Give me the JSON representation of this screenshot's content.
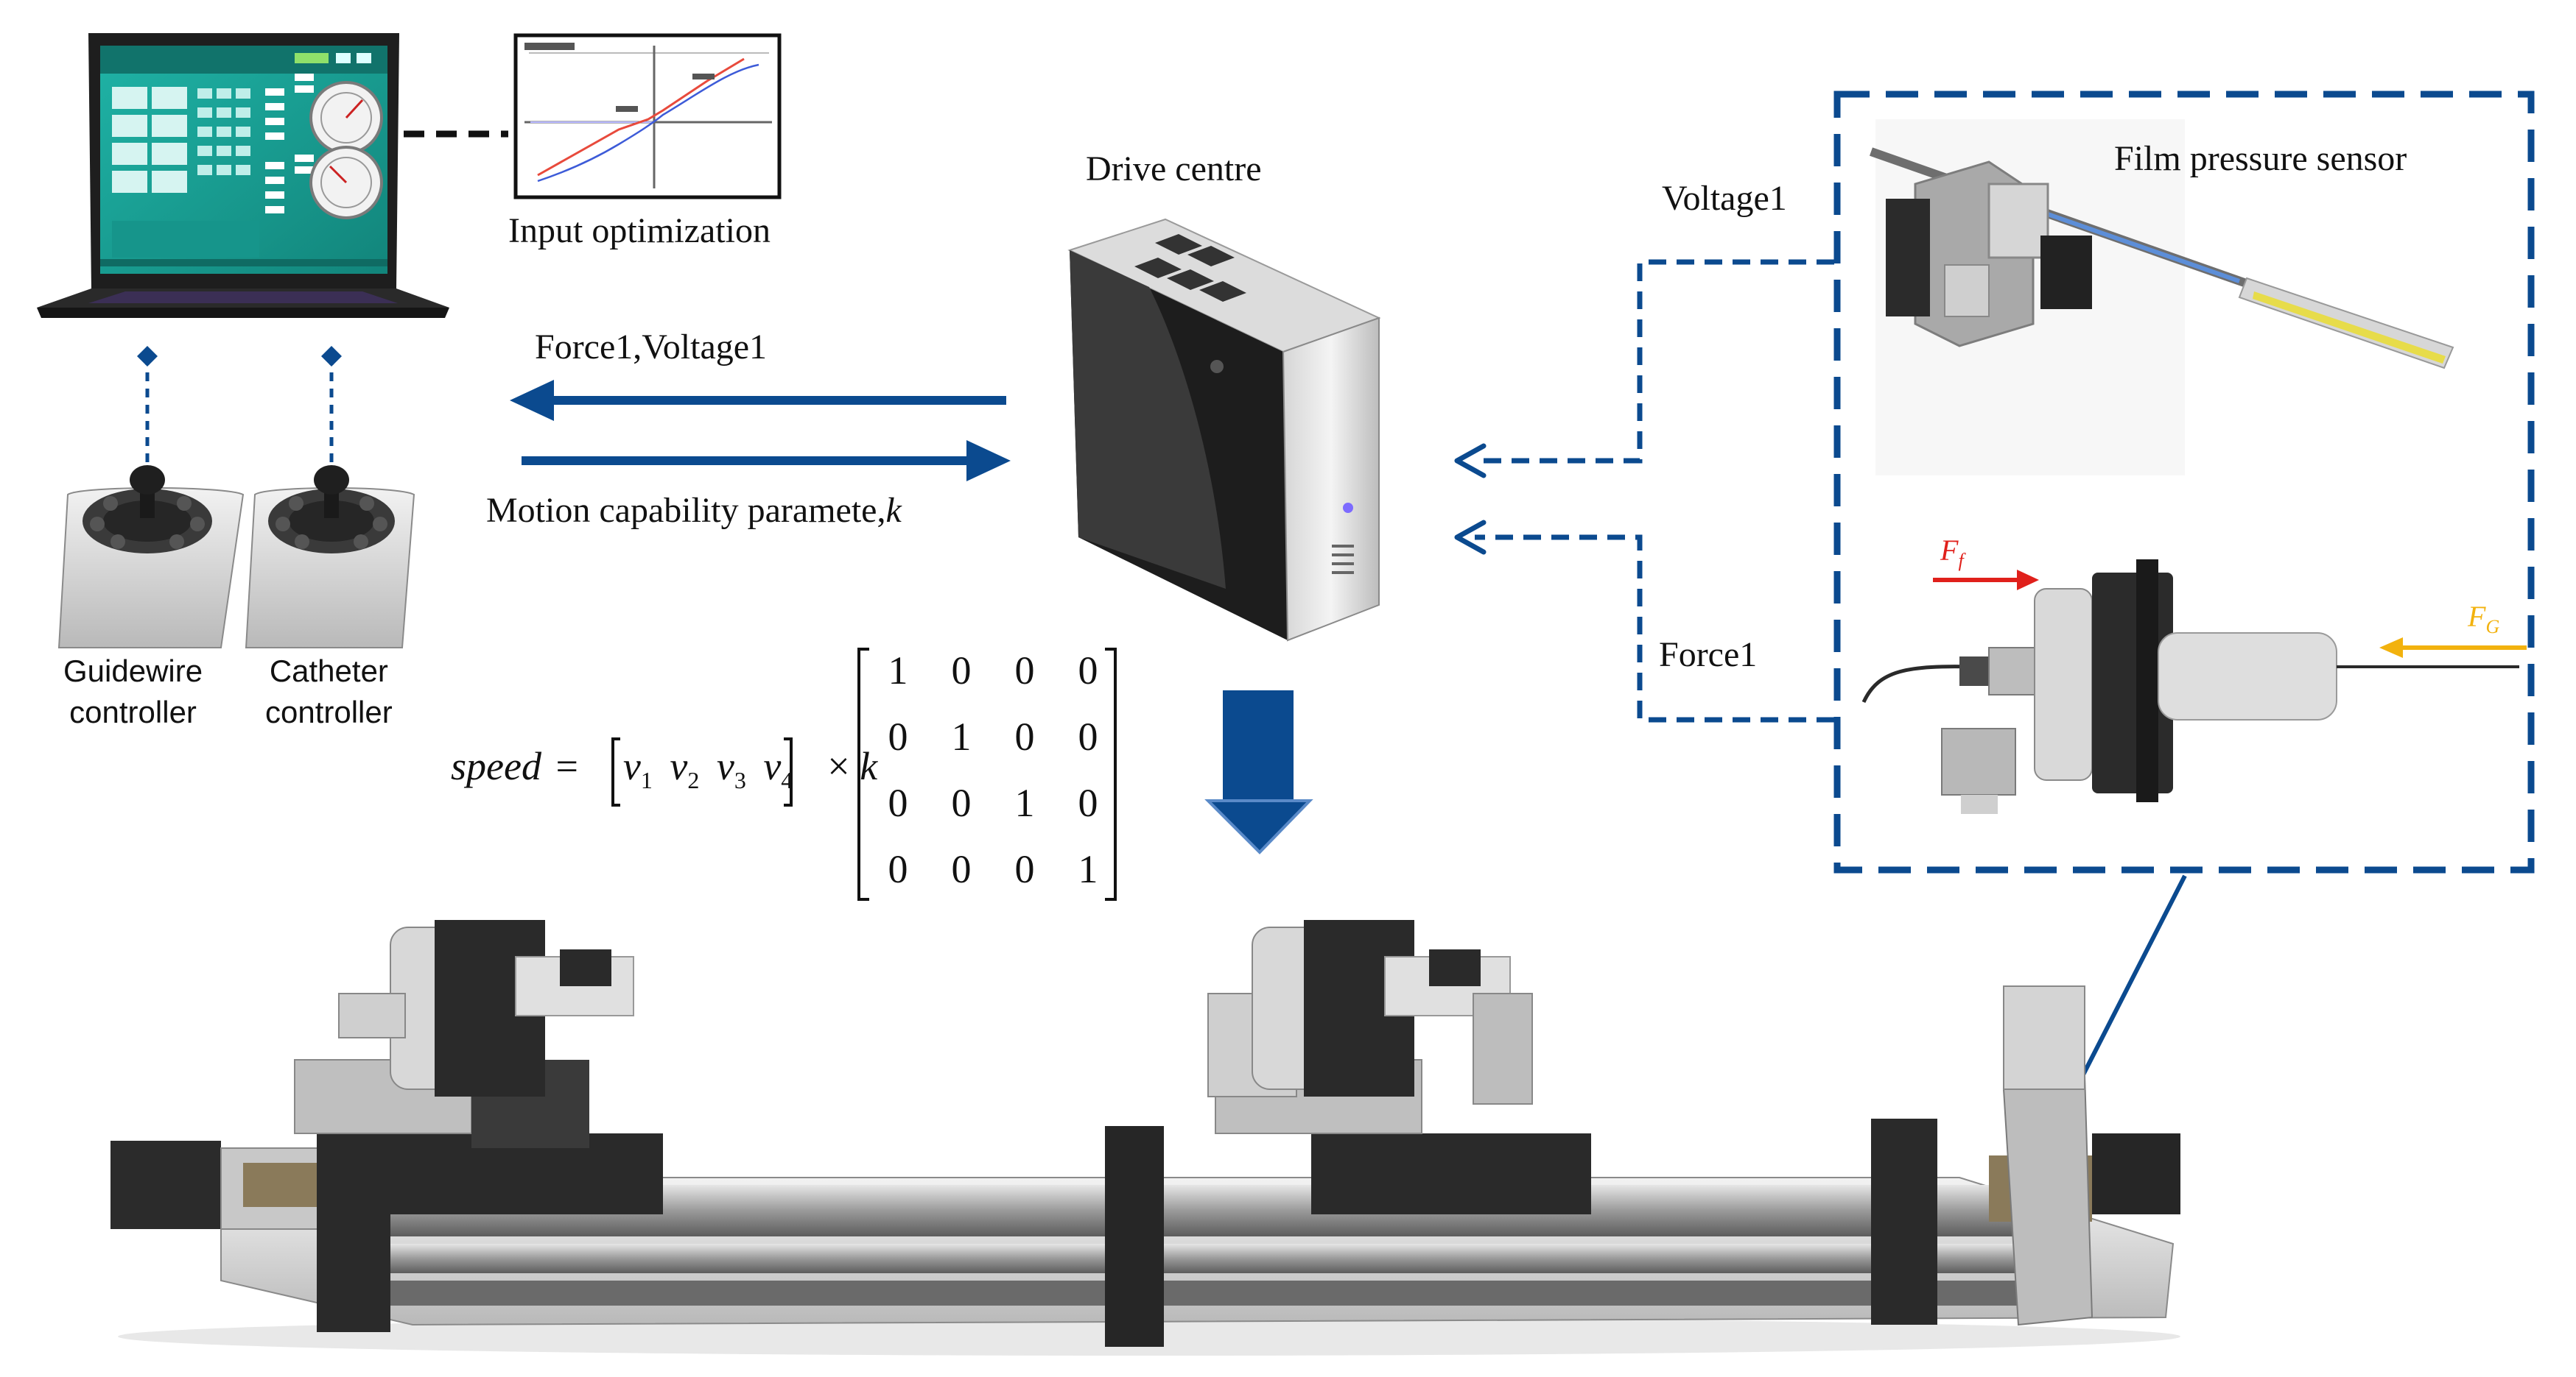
{
  "labels": {
    "input_optimization": "Input optimization",
    "drive_centre": "Drive centre",
    "force_voltage": "Force1,Voltage1",
    "motion_capability": "Motion capability paramete,",
    "motion_k": "k",
    "voltage1": "Voltage1",
    "force1": "Force1",
    "film_sensor": "Film pressure sensor",
    "guidewire_line1": "Guidewire",
    "guidewire_line2": "controller",
    "catheter_line1": "Catheter",
    "catheter_line2": "controller",
    "ff": "F",
    "ff_sub": "f",
    "fg": "F",
    "fg_sub": "G"
  },
  "equation": {
    "lhs": "speed",
    "equals": "=",
    "v1": "v",
    "s1": "1",
    "v2": "v",
    "s2": "2",
    "v3": "v",
    "s3": "3",
    "v4": "v",
    "s4": "4",
    "times": "×",
    "k": "k",
    "matrix": [
      [
        "1",
        "0",
        "0",
        "0"
      ],
      [
        "0",
        "1",
        "0",
        "0"
      ],
      [
        "0",
        "0",
        "1",
        "0"
      ],
      [
        "0",
        "0",
        "0",
        "1"
      ]
    ]
  },
  "colors": {
    "arrow_blue": "#0b4a8f",
    "screen_teal": "#1aa59a",
    "ff_red": "#e0201b",
    "fg_yellow": "#f2b20e"
  }
}
